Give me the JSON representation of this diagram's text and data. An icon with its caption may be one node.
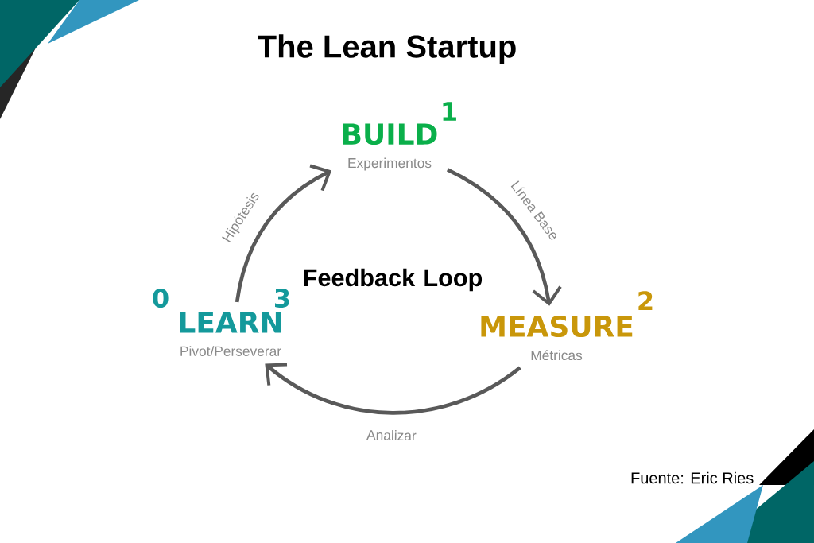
{
  "diagram": {
    "title": "The Lean Startup",
    "nodes": [
      {
        "text": [
          "BUILD",
          "Experimentos"
        ],
        "beside": [
          "1"
        ]
      },
      {
        "text": [
          "MEASURE",
          "Métricas"
        ],
        "beside": [
          "2"
        ]
      },
      {
        "text": [
          "LEARN",
          "Pivot/Perseverar"
        ],
        "beside": [
          "0",
          "3"
        ]
      }
    ],
    "edges": [
      {
        "from": 0,
        "to": 1,
        "arrow": "to",
        "label": "Línea Base"
      },
      {
        "from": 1,
        "to": 2,
        "arrow": "to",
        "label": "Analizar"
      },
      {
        "from": 2,
        "to": 0,
        "arrow": "to",
        "label": "Hipótesis"
      }
    ],
    "labels": [
      "Feedback Loop",
      "Fuente: Eric Ries"
    ]
  }
}
